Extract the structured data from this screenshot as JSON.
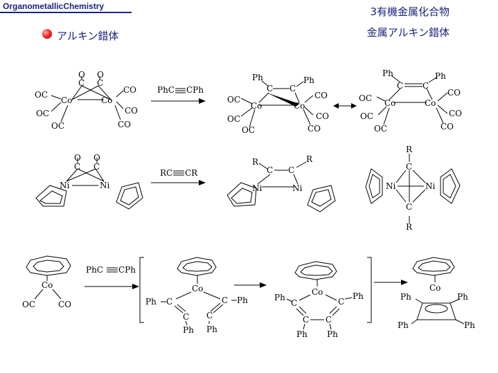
{
  "header": {
    "course_title": "OrganometallicChemistry",
    "chapter": "3有機金属化合物"
  },
  "section": {
    "left_heading": "アルキン錯体",
    "right_heading": "金属アルキン錯体"
  },
  "atoms": {
    "oc": "OC",
    "co": "CO",
    "o": "O",
    "c": "C",
    "co_metal": "Co",
    "ni": "Ni",
    "ph": "Ph",
    "r": "R"
  },
  "reagents": {
    "r1": [
      "PhC",
      "CPh"
    ],
    "r2": [
      "RC",
      "CR"
    ],
    "r3": [
      "PhC",
      "CPh"
    ]
  },
  "icons": {
    "bullet": "red-sphere-bullet"
  }
}
